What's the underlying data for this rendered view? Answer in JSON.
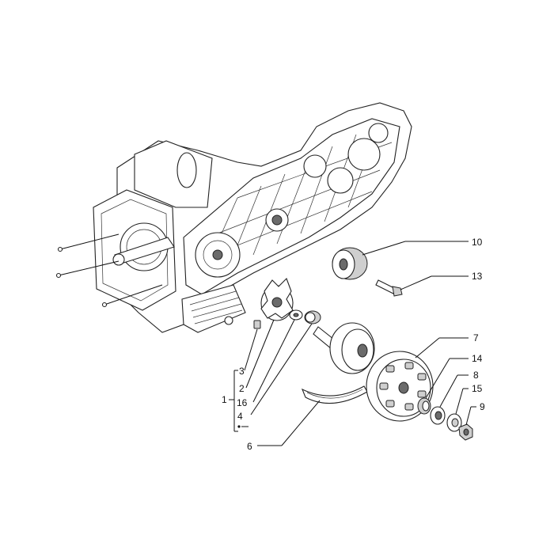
{
  "callouts": {
    "c1": "1",
    "c2": "2",
    "c3": "3",
    "c4": "4",
    "c6": "6",
    "c7": "7",
    "c8": "8",
    "c9": "9",
    "c10": "10",
    "c13": "13",
    "c14": "14",
    "c15": "15",
    "c16": "16"
  }
}
